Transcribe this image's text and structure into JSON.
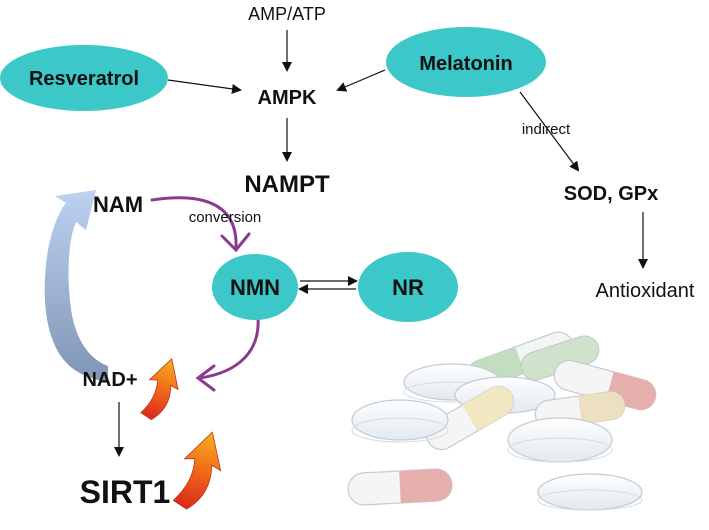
{
  "nodes": {
    "amp_atp": "AMP/ATP",
    "resveratrol": "Resveratrol",
    "ampk": "AMPK",
    "melatonin": "Melatonin",
    "indirect": "indirect",
    "nampt": "NAMPT",
    "sod_gpx": "SOD, GPx",
    "nam": "NAM",
    "conversion": "conversion",
    "nmn": "NMN",
    "nr": "NR",
    "antioxidant": "Antioxidant",
    "nad": "NAD+",
    "sirt1": "SIRT1"
  },
  "colors": {
    "ellipse_fill": "#3cc8c8",
    "purple_arrow": "#8b3a8f",
    "blue_arrow_top": "#a9c4e6",
    "blue_arrow_bottom": "#7f95b3",
    "up_arrow_orange": "#f08a1e",
    "up_arrow_red": "#d9261c"
  }
}
